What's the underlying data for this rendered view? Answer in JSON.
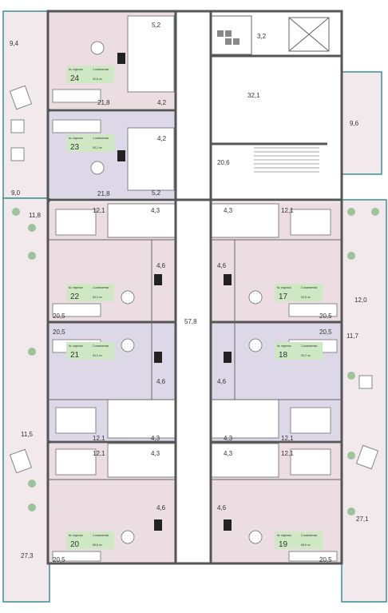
{
  "apartments": [
    {
      "id": "apt-24",
      "number": "24",
      "area": "40,6 m²",
      "rooms": "1-комнатная",
      "floor": "№ отделка"
    },
    {
      "id": "apt-23",
      "number": "23",
      "area": "40,2 m²",
      "rooms": "1-комнатная",
      "floor": "№ отделка"
    },
    {
      "id": "apt-22",
      "number": "22",
      "area": "53,3 m²",
      "rooms": "2-комнатная",
      "floor": "№ отделка"
    },
    {
      "id": "apt-21",
      "number": "21",
      "area": "53,0 m²",
      "rooms": "2-комнатная",
      "floor": "№ отделка"
    },
    {
      "id": "apt-20",
      "number": "20",
      "area": "68,8 m²",
      "rooms": "2-комнатная",
      "floor": "№ отделка"
    },
    {
      "id": "apt-17",
      "number": "17",
      "area": "53,5 m²",
      "rooms": "2-комнатная",
      "floor": "№ отделка"
    },
    {
      "id": "apt-18",
      "number": "18",
      "area": "53,2 m²",
      "rooms": "2-комнатная",
      "floor": "№ отделка"
    },
    {
      "id": "apt-19",
      "number": "19",
      "area": "68,6 m²",
      "rooms": "2-комнатная",
      "floor": "№ отделка"
    }
  ],
  "room_areas": {
    "a1": "9,4",
    "a2": "5,2",
    "a3": "21,8",
    "a4": "4,2",
    "a5": "4,2",
    "a6": "21,8",
    "a7": "5,2",
    "a8": "9,0",
    "a9": "11,8",
    "a10": "12,1",
    "a11": "4,3",
    "a12": "4,6",
    "a13": "20,5",
    "a14": "20,5",
    "a15": "4,6",
    "a16": "11,5",
    "a17": "12,1",
    "a18": "4,3",
    "a19": "12,1",
    "a20": "4,3",
    "a21": "4,6",
    "a22": "27,3",
    "a23": "20,5",
    "a24": "3,2",
    "a25": "32,1",
    "a26": "9,6",
    "a27": "20,6",
    "a28": "4,3",
    "a29": "12,1",
    "a30": "4,6",
    "a31": "12,0",
    "a32": "20,5",
    "a33": "20,5",
    "a34": "11,7",
    "a35": "4,6",
    "a36": "4,3",
    "a37": "12,1",
    "a38": "4,3",
    "a39": "12,1",
    "a40": "4,6",
    "a41": "27,1",
    "a42": "20,5",
    "a43": "57,8"
  },
  "colors": {
    "pink": "#ecdde2",
    "lavender": "#dcd8e8",
    "green": "#cfe8c4",
    "teal": "#3a8f96",
    "terrace": "#f1e9ec",
    "corridor": "#ffffff"
  }
}
